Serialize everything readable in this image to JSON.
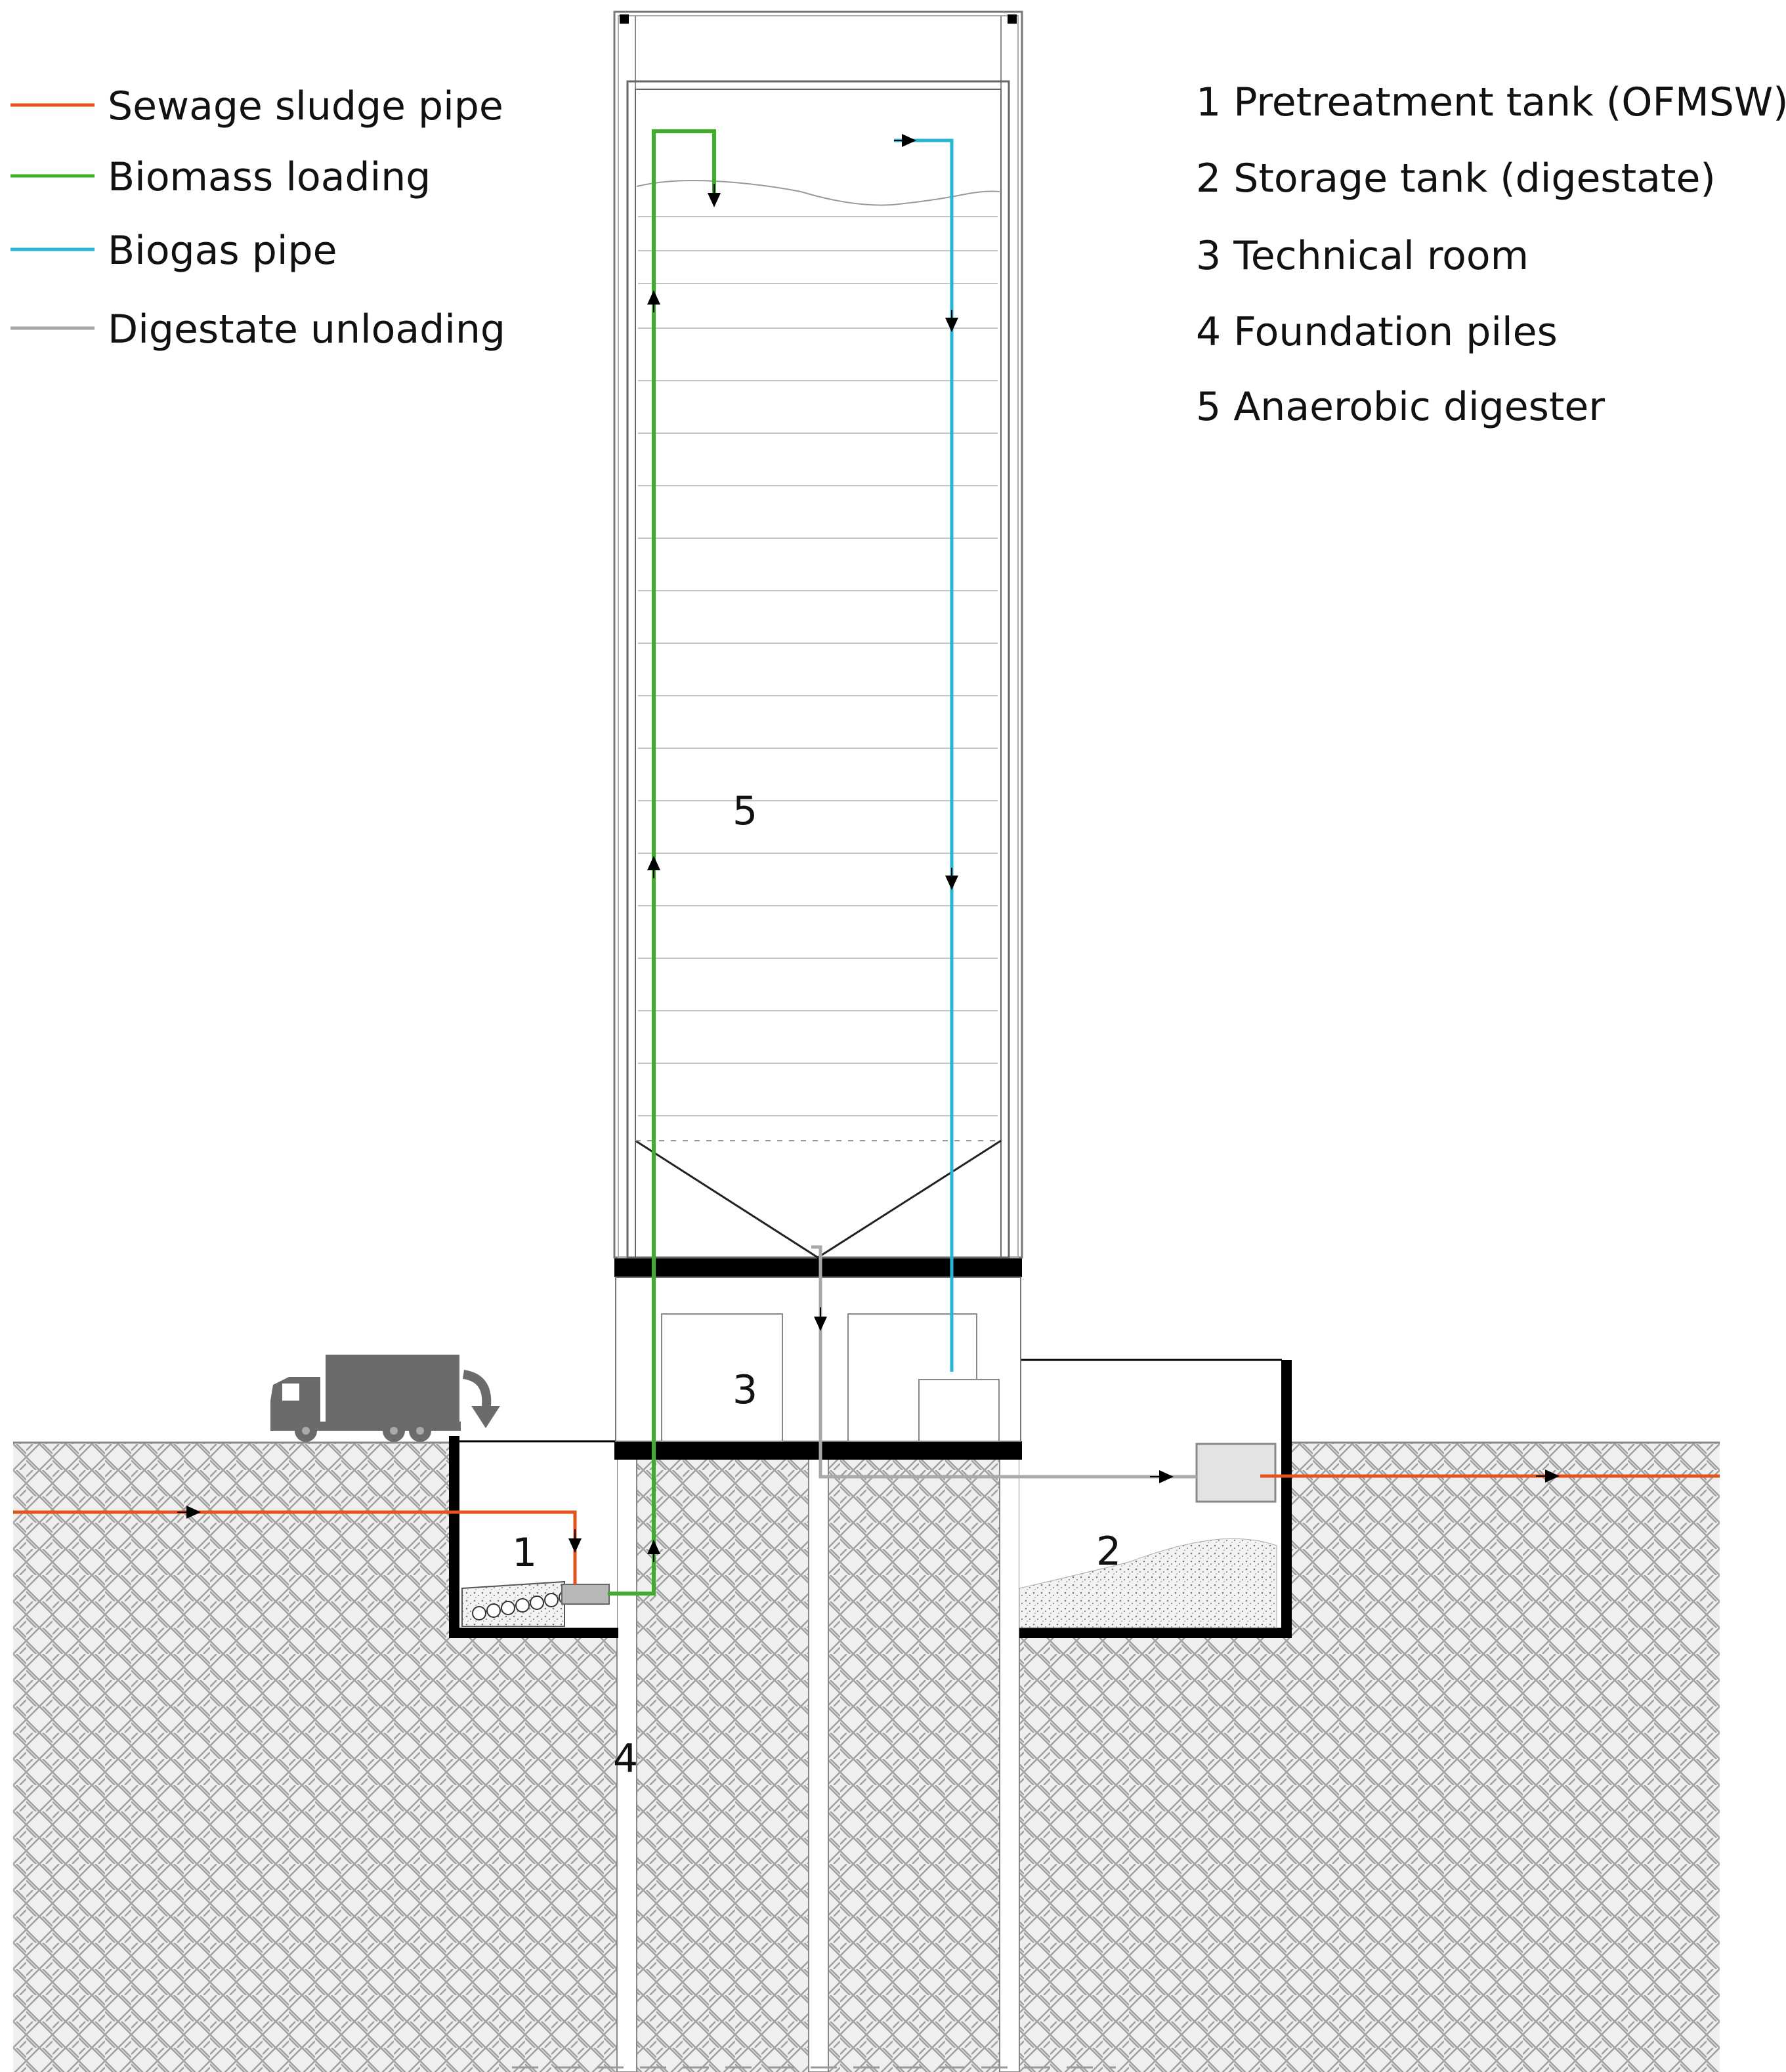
{
  "legend": {
    "items": [
      {
        "label": "Sewage sludge pipe",
        "color": "#e2531f"
      },
      {
        "label": "Biomass loading",
        "color": "#3fae2a"
      },
      {
        "label": "Biogas pipe",
        "color": "#27b6d4"
      },
      {
        "label": "Digestate unloading",
        "color": "#a8a8a8"
      }
    ]
  },
  "key": {
    "items": [
      "1 Pretreatment tank (OFMSW)",
      "2 Storage tank (digestate)",
      "3 Technical room",
      "4 Foundation piles",
      "5 Anaerobic digester"
    ]
  },
  "numbers": {
    "pretreatment": "1",
    "storage": "2",
    "technical": "3",
    "piles": "4",
    "digester": "5"
  },
  "icons": {
    "truck": "delivery-truck-icon",
    "arrow": "curved-arrow-icon"
  },
  "colors": {
    "soil_fill": "#eeeeee",
    "soil_hatch": "#9a9a9a",
    "wall": "#000000",
    "truck": "#6b6b6b",
    "storage_valve": "#e4e4e4"
  }
}
